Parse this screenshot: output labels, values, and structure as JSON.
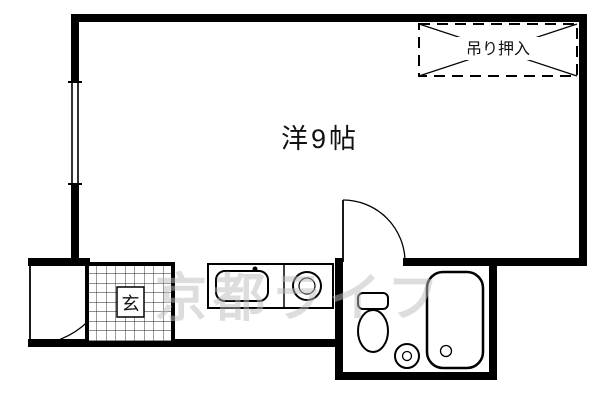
{
  "plan": {
    "room_label": "洋9帖",
    "closet_label": "吊り押入",
    "entrance_label": "玄",
    "watermark": "京都ライフ"
  },
  "colors": {
    "wall": "#000000",
    "background": "#ffffff",
    "watermark": "#bdbdbd"
  }
}
